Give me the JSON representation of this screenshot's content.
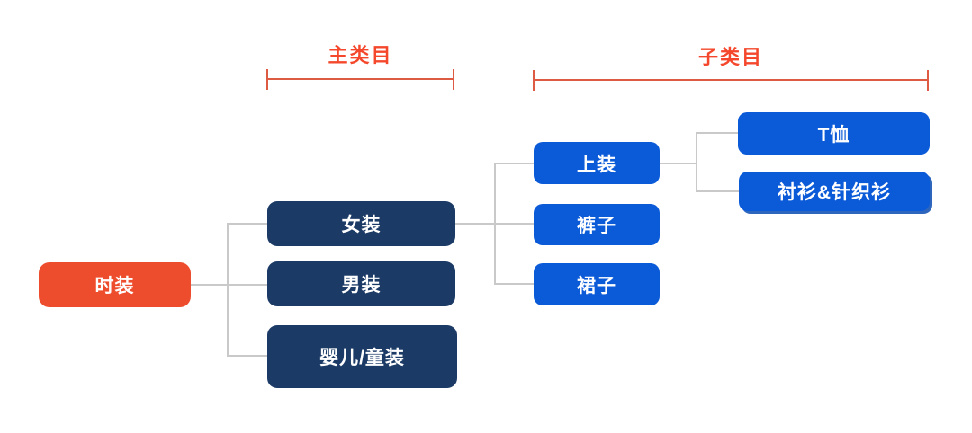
{
  "annotations": {
    "main_category_label": "主类目",
    "sub_category_label": "子类目"
  },
  "tree": {
    "root": {
      "label": "时装",
      "children": [
        {
          "label": "女装",
          "children": [
            {
              "label": "上装",
              "children": [
                {
                  "label": "T恤"
                },
                {
                  "label": "衬衫&针织衫"
                }
              ]
            },
            {
              "label": "裤子"
            },
            {
              "label": "裙子"
            }
          ]
        },
        {
          "label": "男装"
        },
        {
          "label": "婴儿/童装"
        }
      ]
    }
  },
  "colors": {
    "root_node_bg": "#EE4D2D",
    "level1_node_bg": "#1B3A66",
    "level2_node_bg": "#0B5BD8",
    "node_text": "#FFFFFF",
    "annotation_text_red": "#F4472B",
    "annotation_line_red": "#DD5B43",
    "connector_gray": "#C9C9C9",
    "background": "#FFFFFF"
  }
}
